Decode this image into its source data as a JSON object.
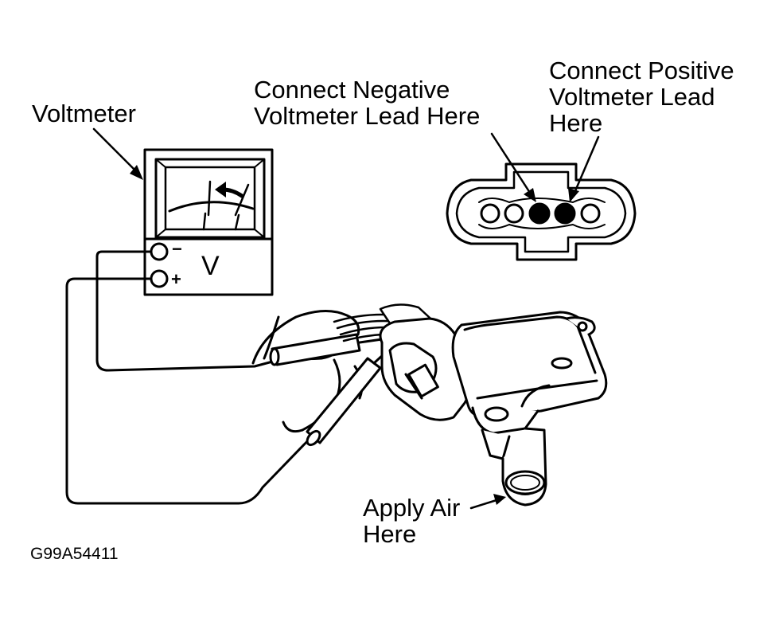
{
  "labels": {
    "voltmeter": "Voltmeter",
    "negative_line1": "Connect Negative",
    "negative_line2": "Voltmeter Lead Here",
    "positive_line1": "Connect Positive",
    "positive_line2": "Voltmeter Lead",
    "positive_line3": "Here",
    "apply_air_line1": "Apply Air",
    "apply_air_line2": "Here"
  },
  "meter": {
    "unit": "V",
    "minus": "−",
    "plus": "+"
  },
  "figure_code": "G99A54411",
  "colors": {
    "ink": "#000000",
    "paper": "#ffffff"
  }
}
